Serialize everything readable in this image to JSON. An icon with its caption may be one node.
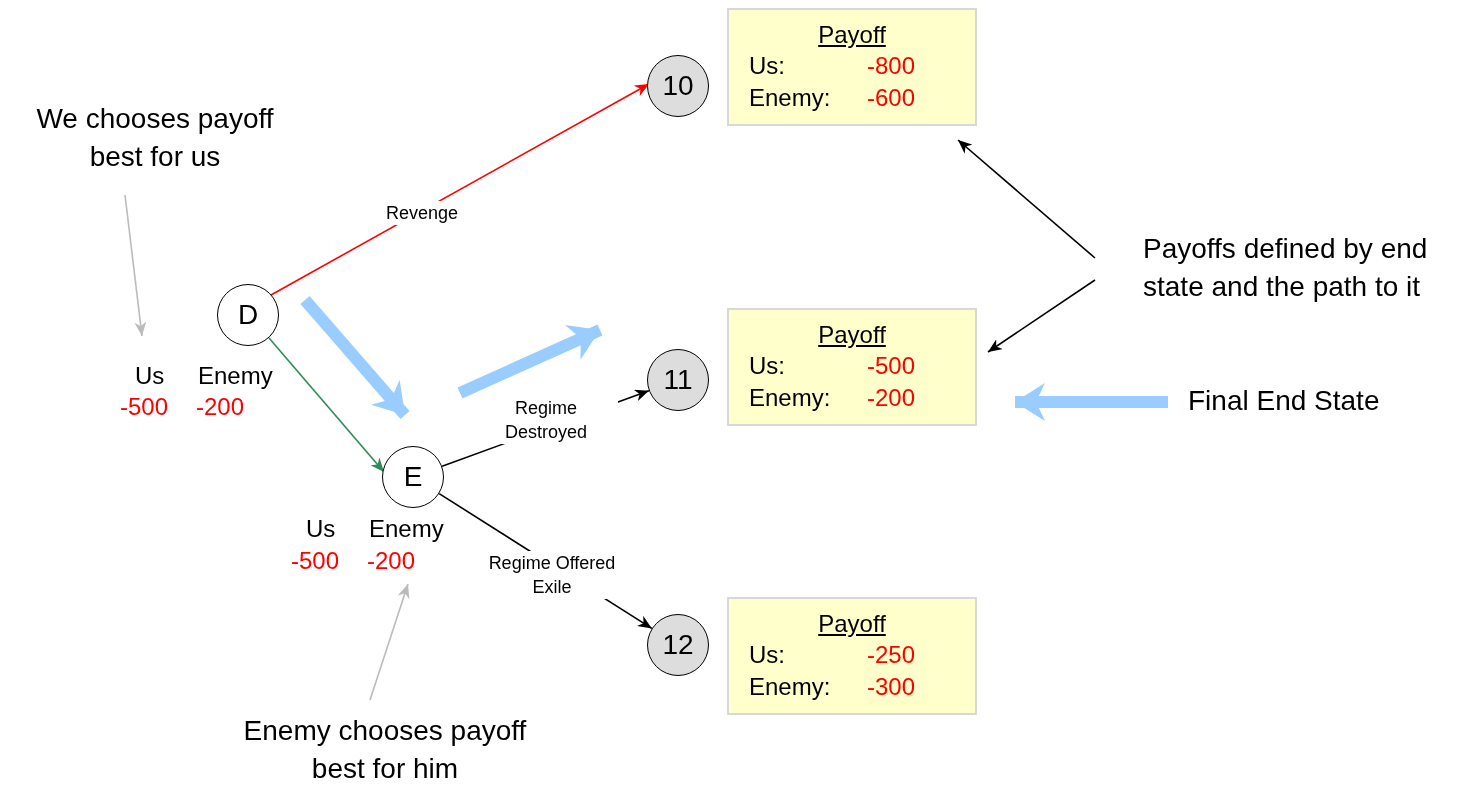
{
  "diagram": {
    "nodes": [
      {
        "text": [
          "We chooses payoff best for us"
        ]
      },
      {
        "text": [
          "D"
        ],
        "beside": [
          "Us",
          "Enemy",
          "-500",
          "-200"
        ]
      },
      {
        "text": [
          "E"
        ],
        "beside": [
          "Us",
          "Enemy",
          "-500",
          "-200"
        ]
      },
      {
        "text": [
          "10"
        ]
      },
      {
        "text": [
          "Payoff",
          "Us:",
          "-800",
          "Enemy:",
          "-600"
        ]
      },
      {
        "text": [
          "11"
        ]
      },
      {
        "text": [
          "Payoff",
          "Us:",
          "-500",
          "Enemy:",
          "-200"
        ]
      },
      {
        "text": [
          "12"
        ]
      },
      {
        "text": [
          "Payoff",
          "Us:",
          "-250",
          "Enemy:",
          "-300"
        ]
      },
      {
        "text": [
          "Payoffs defined by end state and the path to it"
        ]
      },
      {
        "text": [
          "Final End State"
        ]
      },
      {
        "text": [
          "Enemy chooses payoff best for him"
        ]
      }
    ],
    "edges": [
      {
        "from": 1,
        "to": 3,
        "arrow": "to",
        "label": "Revenge",
        "color": "#ff0000"
      },
      {
        "from": 1,
        "to": 2,
        "arrow": "to",
        "color": "#2e8b57"
      },
      {
        "from": 2,
        "to": 5,
        "arrow": "to",
        "label": "Regime Destroyed"
      },
      {
        "from": 2,
        "to": 7,
        "arrow": "to",
        "label": "Regime Offered Exile"
      },
      {
        "from": 0,
        "to": 1,
        "arrow": "to",
        "color": "#bbbbbb"
      },
      {
        "from": 11,
        "to": 2,
        "arrow": "to",
        "color": "#bbbbbb"
      },
      {
        "from": 9,
        "to": 4,
        "arrow": "to"
      },
      {
        "from": 9,
        "to": 6,
        "arrow": "to"
      },
      {
        "from": 10,
        "to": 6,
        "arrow": "to",
        "style": "thick",
        "color": "#99ccff"
      },
      {
        "from": 1,
        "to": 2,
        "arrow": "to",
        "style": "thick",
        "color": "#99ccff"
      },
      {
        "from": 2,
        "to": 5,
        "arrow": "to",
        "style": "thick",
        "color": "#99ccff"
      }
    ]
  }
}
